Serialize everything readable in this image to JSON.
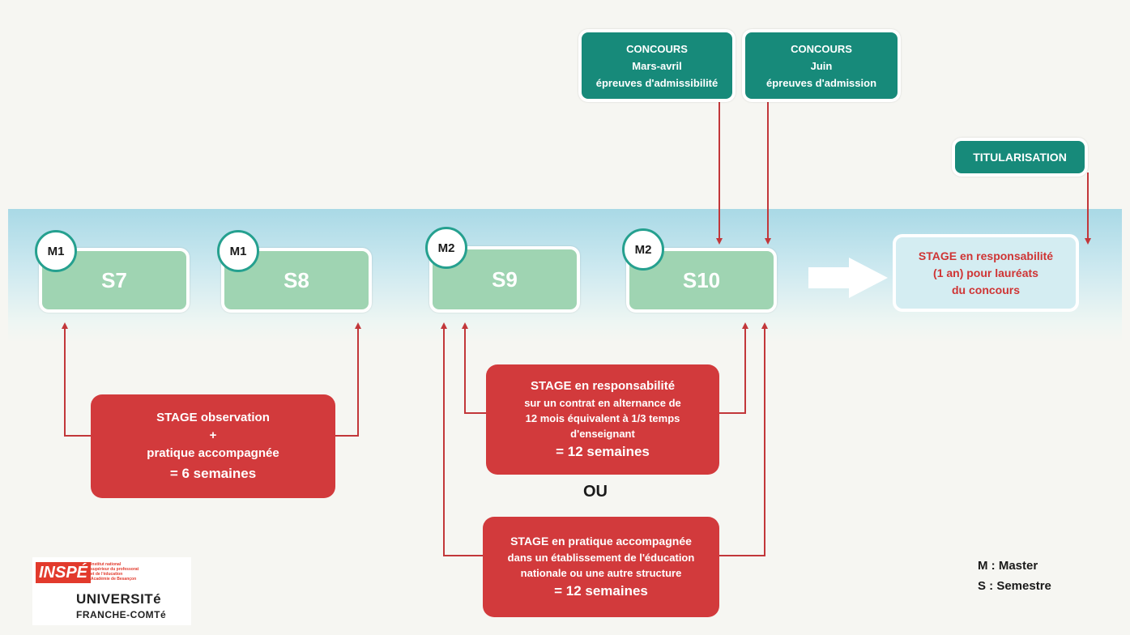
{
  "concours_1": {
    "l1": "CONCOURS",
    "l2": "Mars-avril",
    "l3": "épreuves d'admissibilité"
  },
  "concours_2": {
    "l1": "CONCOURS",
    "l2": "Juin",
    "l3": "épreuves d'admission"
  },
  "titularisation": "TITULARISATION",
  "semesters": [
    {
      "badge": "M1",
      "label": "S7"
    },
    {
      "badge": "M1",
      "label": "S8"
    },
    {
      "badge": "M2",
      "label": "S9"
    },
    {
      "badge": "M2",
      "label": "S10"
    }
  ],
  "stage_respo_laureats": {
    "l1": "STAGE en responsabilité",
    "l2": "(1 an) pour lauréats",
    "l3": "du concours"
  },
  "stage_observation": {
    "l1": "STAGE observation",
    "l2": "+",
    "l3": "pratique accompagnée",
    "l4": "= 6 semaines"
  },
  "stage_alternance": {
    "l1": "STAGE en responsabilité",
    "l2": "sur un contrat en alternance de",
    "l3": "12 mois équivalent à 1/3 temps",
    "l4": "d'enseignant",
    "l5": "= 12 semaines"
  },
  "ou": "OU",
  "stage_pratique": {
    "l1": "STAGE en pratique accompagnée",
    "l2": "dans un établissement de l'éducation",
    "l3": "nationale ou une autre structure",
    "l4": "= 12 semaines"
  },
  "legend": {
    "m": "M : Master",
    "s": "S : Semestre"
  },
  "logo": {
    "inspe": "INSPÉ",
    "inspe_sub": "Institut national supérieur du professorat et de l'éducation Académie de Besançon",
    "univ1": "UNIVERSITé",
    "univ2": "FRANCHE-COMTé"
  },
  "colors": {
    "teal": "#178a7a",
    "red": "#d23a3c",
    "green": "#9fd4b2",
    "band": "#a9d9e6"
  }
}
